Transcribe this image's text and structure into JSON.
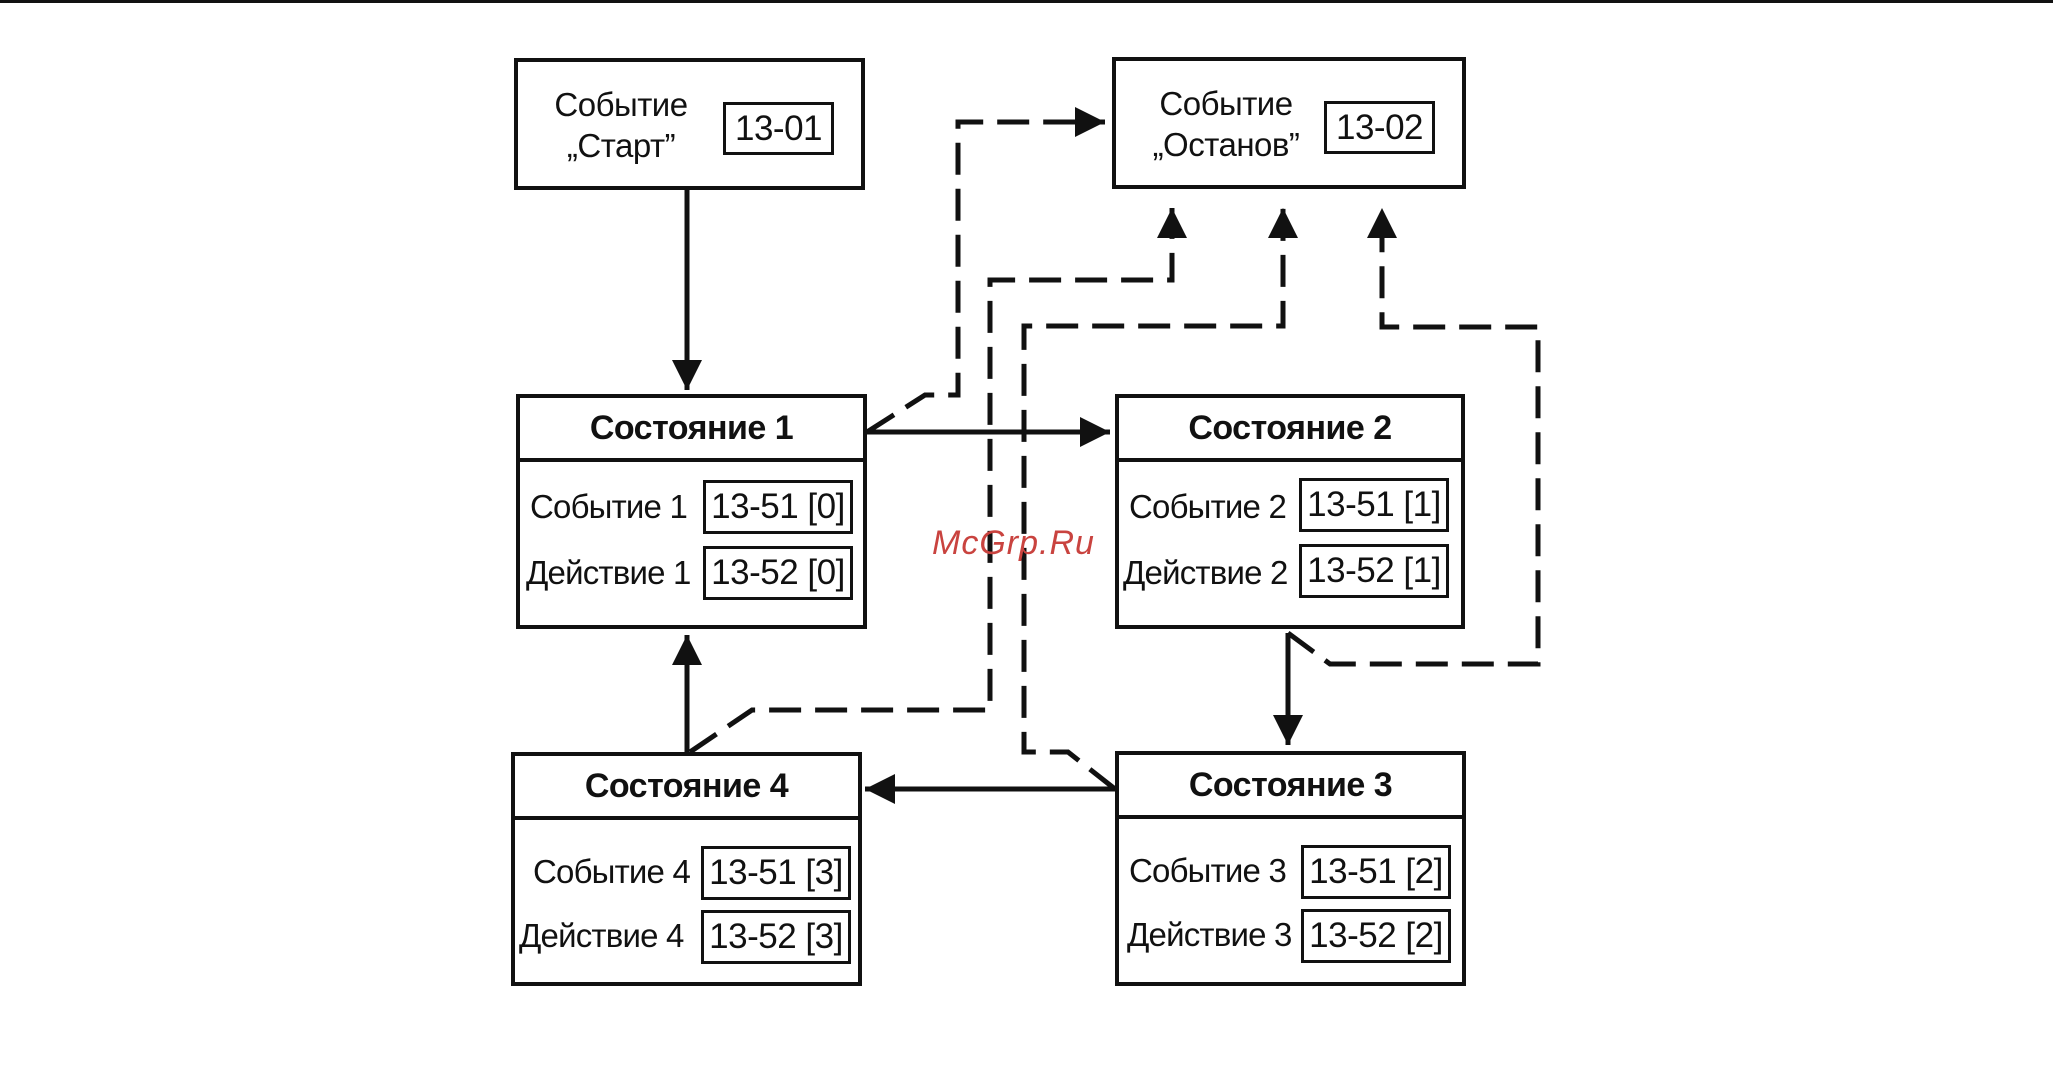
{
  "events": {
    "start": {
      "line1": "Событие",
      "line2": "„Старт”",
      "code": "13-01"
    },
    "stop": {
      "line1": "Событие",
      "line2": "„Останов”",
      "code": "13-02"
    }
  },
  "states": [
    {
      "title": "Состояние 1",
      "event_label": "Событие 1",
      "event_code": "13-51 [0]",
      "action_label": "Действие 1",
      "action_code": "13-52 [0]"
    },
    {
      "title": "Состояние 2",
      "event_label": "Событие 2",
      "event_code": "13-51 [1]",
      "action_label": "Действие 2",
      "action_code": "13-52 [1]"
    },
    {
      "title": "Состояние 3",
      "event_label": "Событие 3",
      "event_code": "13-51 [2]",
      "action_label": "Действие 3",
      "action_code": "13-52 [2]"
    },
    {
      "title": "Состояние 4",
      "event_label": "Событие 4",
      "event_code": "13-51 [3]",
      "action_label": "Действие 4",
      "action_code": "13-52 [3]"
    }
  ],
  "watermark": "McGrp.Ru",
  "colors": {
    "line": "#111111",
    "watermark": "#c9433f"
  }
}
